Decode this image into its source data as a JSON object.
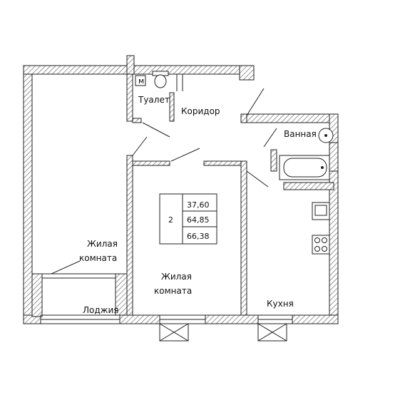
{
  "rooms": {
    "living_left": "Жилая\nкомната",
    "living_center": "Жилая\nкомната",
    "toilet": "Туалет",
    "corridor": "Коридор",
    "bathroom": "Ванная",
    "kitchen": "Кухня",
    "loggia": "Лоджия"
  },
  "summary": {
    "rooms_count": "2",
    "living_area": "37,60",
    "total_area": "64,85",
    "total_with_loggia": "66,38"
  },
  "fixtures": {
    "toilet_sign": "м"
  }
}
